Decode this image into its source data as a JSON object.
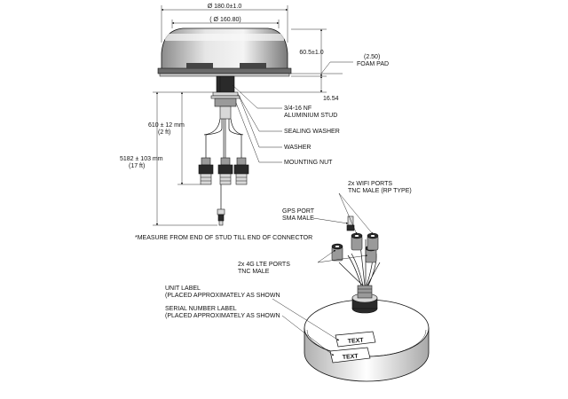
{
  "dimensions": {
    "top_outer_dia": "Ø 180.0±1.0",
    "top_inner_dia": "( Ø 160.80)",
    "height": "60.5±1.0",
    "foam_pad_value": "(2.50)",
    "foam_pad_label": "FOAM PAD",
    "stud_height": "16.54",
    "short_cable_length": "610 ± 12 mm",
    "short_cable_ft": "(2 ft)",
    "long_cable_length": "5182 ± 103 mm",
    "long_cable_ft": "(17 ft)"
  },
  "callouts": {
    "stud_line1": "3/4-16 NF",
    "stud_line2": "ALUMINIUM STUD",
    "sealing_washer": "SEALING WASHER",
    "washer": "WASHER",
    "mounting_nut": "MOUNTING NUT",
    "footnote": "*MEASURE FROM END OF STUD TILL END OF CONNECTOR",
    "wifi_line1": "2x WIFI PORTS",
    "wifi_line2": "TNC MALE (RP TYPE)",
    "gps_line1": "GPS PORT",
    "gps_line2": "SMA MALE",
    "lte_line1": "2x 4G LTE PORTS",
    "lte_line2": "TNC MALE",
    "unit_label_line1": "UNIT LABEL",
    "unit_label_line2": "(PLACED APPROXIMATELY AS SHOWN",
    "serial_label_line1": "SERIAL NUMBER LABEL",
    "serial_label_line2": "(PLACED APPROXIMATELY AS SHOWN",
    "label_text_1": "TEXT",
    "label_text_2": "TEXT"
  }
}
